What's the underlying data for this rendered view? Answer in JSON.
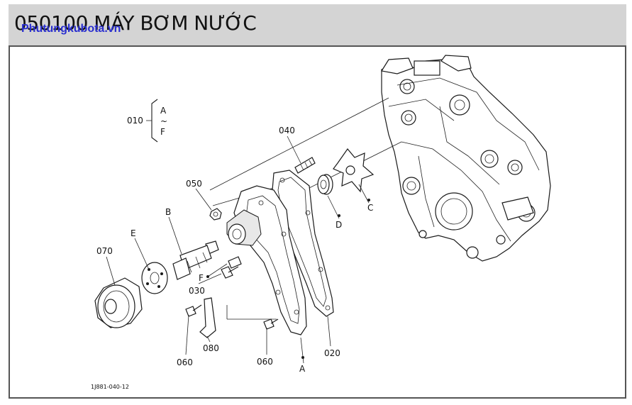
{
  "page": {
    "title": "050100 MÁY BƠM NƯỚC",
    "watermark": "Phutungkubota.vn"
  },
  "callouts": {
    "group_010": "010",
    "group_range_start": "A",
    "group_range_sep": "~",
    "group_range_end": "F",
    "p040": "040",
    "p050": "050",
    "pB": "B",
    "pE": "E",
    "p070": "070",
    "pD": "D",
    "pC": "C",
    "pF": "F",
    "p030": "030",
    "p060_left": "060",
    "p080": "080",
    "p060_right": "060",
    "pA": "A",
    "p020": "020"
  },
  "figure_code": "1J881-040-12"
}
